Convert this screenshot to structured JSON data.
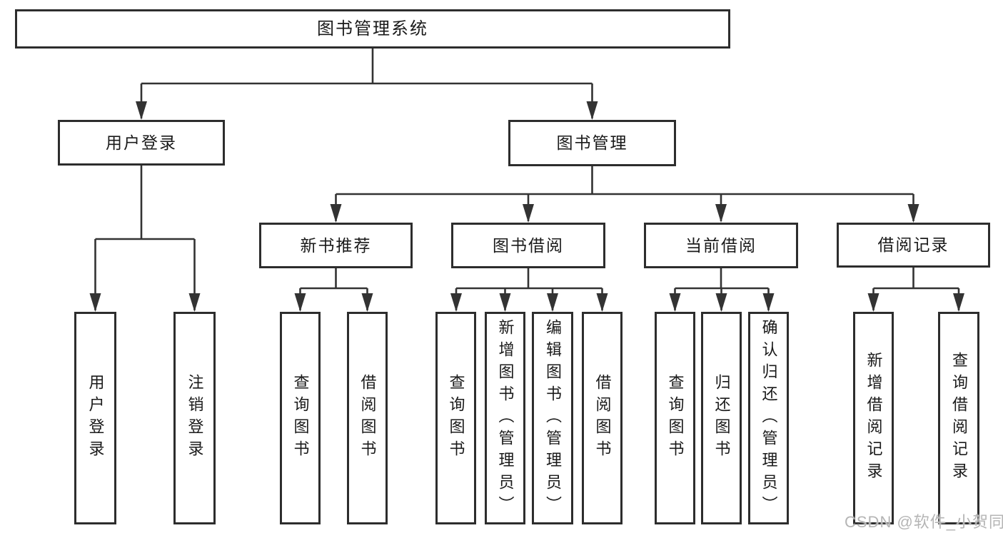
{
  "tree": {
    "root": {
      "label": "图书管理系统"
    },
    "branches": [
      {
        "label": "用户登录",
        "leaves": [
          {
            "label": "用户登录"
          },
          {
            "label": "注销登录"
          }
        ]
      },
      {
        "label": "图书管理",
        "sections": [
          {
            "label": "新书推荐",
            "leaves": [
              {
                "label": "查询图书"
              },
              {
                "label": "借阅图书"
              }
            ]
          },
          {
            "label": "图书借阅",
            "leaves": [
              {
                "label": "查询图书"
              },
              {
                "label": "新增图书（管理员）"
              },
              {
                "label": "编辑图书（管理员）"
              },
              {
                "label": "借阅图书"
              }
            ]
          },
          {
            "label": "当前借阅",
            "leaves": [
              {
                "label": "查询图书"
              },
              {
                "label": "归还图书"
              },
              {
                "label": "确认归还（管理员）"
              }
            ]
          },
          {
            "label": "借阅记录",
            "leaves": [
              {
                "label": "新增借阅记录"
              },
              {
                "label": "查询借阅记录"
              }
            ]
          }
        ]
      }
    ]
  },
  "watermark": {
    "text": "CSDN @软件_小贺同学"
  },
  "colors": {
    "line": "#333333",
    "box_border": "#2d2d2d",
    "text": "#1a1a1a",
    "background": "#ffffff",
    "watermark": "#b5b5b5"
  }
}
